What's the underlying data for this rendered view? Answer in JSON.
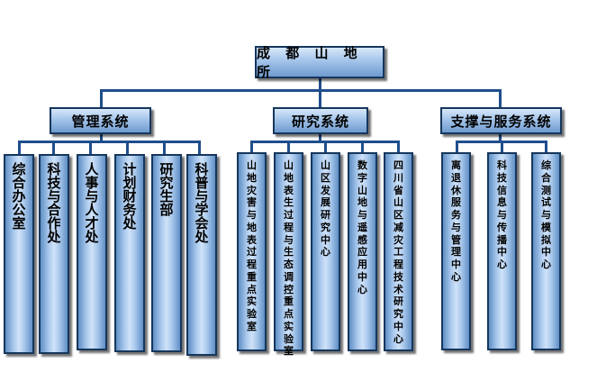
{
  "root": {
    "label": "成 都 山 地 所"
  },
  "groups": [
    {
      "label": "管理系统",
      "children": [
        "综\n合\n办\n公\n室",
        "科\n技\n与\n合\n作\n处",
        "人\n事\n与\n人\n才\n处",
        "计\n划\n财\n务\n处",
        "研\n究\n生\n部",
        "科\n普\n与\n学\n会\n处"
      ]
    },
    {
      "label": "研究系统",
      "children": [
        "山\n地\n灾\n害\n与\n地\n表\n过\n程\n重\n点\n实\n验\n室",
        "山\n地\n表\n生\n过\n程\n与\n生\n态\n调\n控\n重\n点\n实\n验\n室",
        "山\n区\n发\n展\n研\n究\n中\n心",
        "数\n字\n山\n地\n与\n遥\n感\n应\n用\n中\n心",
        "四\n川\n省\n山\n区\n减\n灾\n工\n程\n技\n术\n研\n究\n中\n心"
      ]
    },
    {
      "label": "支撑与服务系统",
      "children": [
        "离\n退\n休\n服\n务\n与\n管\n理\n中\n心",
        "科\n技\n信\n息\n与\n传\n播\n中\n心",
        "综\n合\n测\n试\n与\n模\n拟\n中\n心"
      ]
    }
  ],
  "colors": {
    "line": "#1f4e8c",
    "border": "#16365c",
    "fill_light": "#cfe2f8",
    "fill_dark": "#5f8fc5"
  }
}
